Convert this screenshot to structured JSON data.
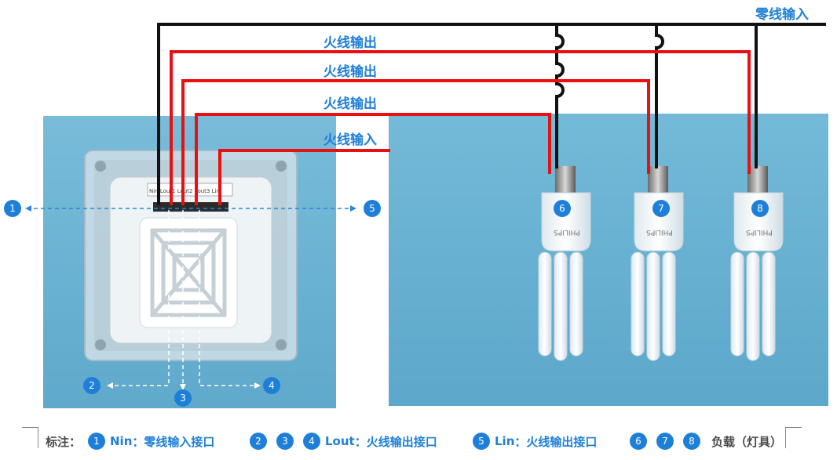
{
  "labels": {
    "neutral_in": "零线输入",
    "live_out_1": "火线输出",
    "live_out_2": "火线输出",
    "live_out_3": "火线输出",
    "live_in": "火线输入"
  },
  "markers": [
    "1",
    "2",
    "3",
    "4",
    "5",
    "6",
    "7",
    "8"
  ],
  "switch_label_strip": "Nin Lout1 Lout2 Lout3   Lin",
  "bulb_brand": "PHILIPS",
  "legend": {
    "prefix": "标注：",
    "nin_code": "Nin",
    "nin_desc": "：零线输入接口",
    "lout_code": "Lout",
    "lout_desc": "：火线输出接口",
    "lin_code": "Lin",
    "lin_desc": "：火线输出接口",
    "load_desc": "负载（灯具）"
  },
  "colors": {
    "neutral_wire": "#111111",
    "live_wire": "#E81010",
    "accent": "#1E7FD8",
    "panel_bg": "#6FB7D6"
  }
}
